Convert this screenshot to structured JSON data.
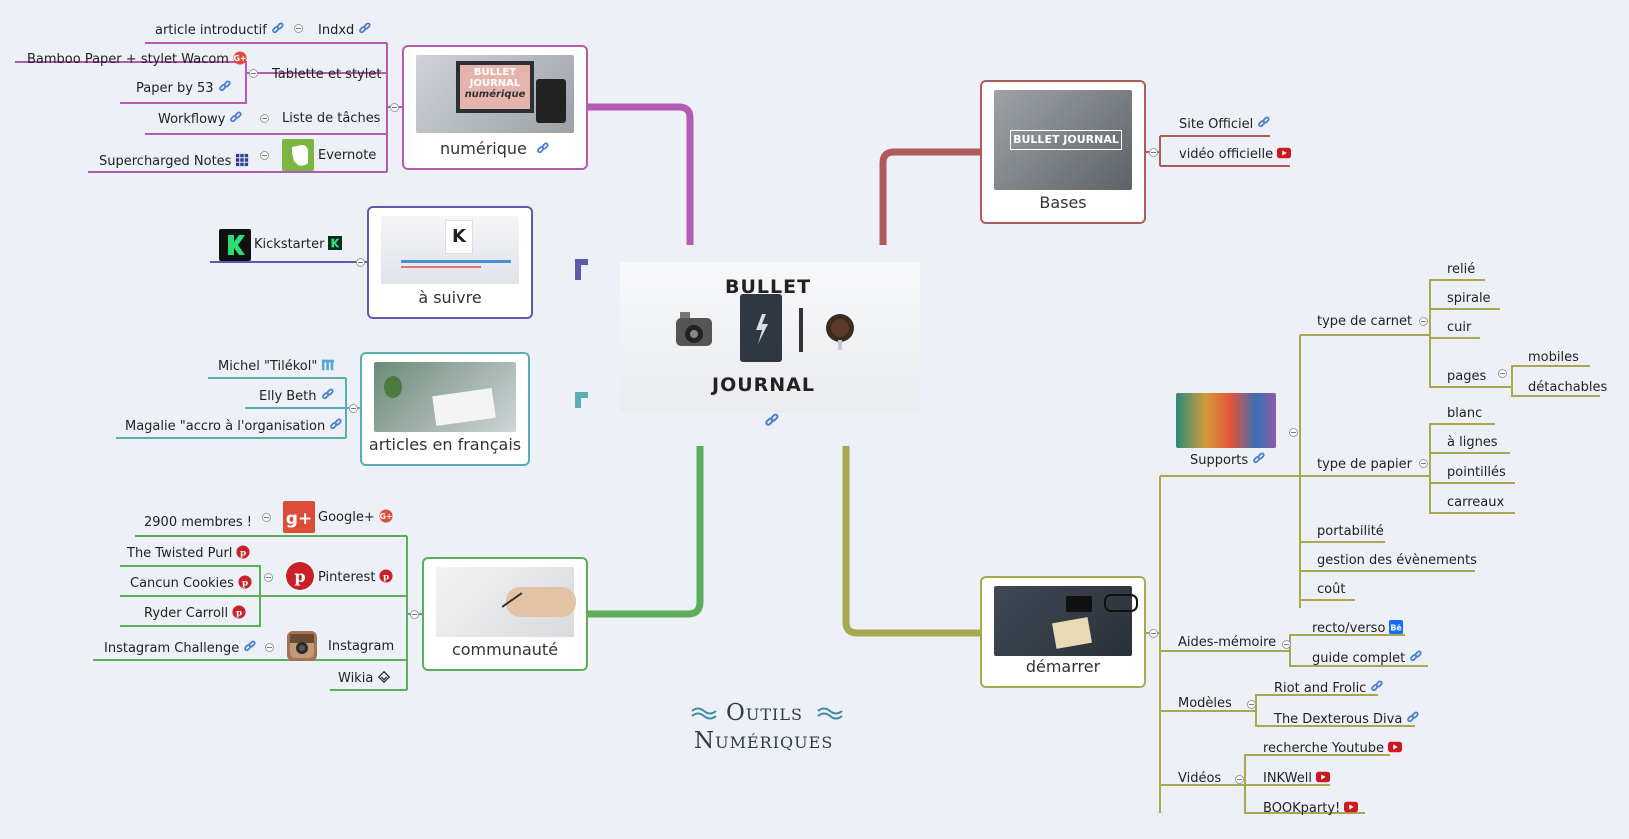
{
  "center": {
    "title_top": "BULLET",
    "title_bottom": "JOURNAL"
  },
  "branches": {
    "numerique": {
      "title": "numérique",
      "image_text": [
        "BULLET",
        "JOURNAL",
        "numérique"
      ],
      "groups": {
        "indxd": {
          "label": "Indxd",
          "child": "article introductif"
        },
        "tablette": {
          "label": "Tablette et stylet",
          "children": [
            "Bamboo Paper + stylet Wacom",
            "Paper by 53"
          ]
        },
        "taches": {
          "label": "Liste de tâches",
          "child": "Workflowy"
        },
        "evernote": {
          "label": "Evernote",
          "child": "Supercharged Notes"
        }
      }
    },
    "a_suivre": {
      "title": "à suivre",
      "child": "Kickstarter"
    },
    "articles": {
      "title": "articles en français",
      "children": [
        "Michel \"Tilékol\"",
        "Elly Beth",
        "Magalie \"accro à l'organisation"
      ]
    },
    "communaute": {
      "title": "communauté",
      "google": {
        "label": "Google+",
        "child": "2900 membres !"
      },
      "pinterest": {
        "label": "Pinterest",
        "children": [
          "The Twisted Purl",
          "Cancun Cookies",
          "Ryder Carroll"
        ]
      },
      "instagram": {
        "label": "Instagram",
        "child": "Instagram Challenge"
      },
      "wikia": "Wikia"
    },
    "bases": {
      "title": "Bases",
      "image_text": "BULLET JOURNAL",
      "children": [
        "Site Officiel",
        "vidéo officielle"
      ]
    },
    "demarrer": {
      "title": "démarrer",
      "supports": {
        "label": "Supports",
        "carnet": {
          "label": "type de carnet",
          "items": [
            "relié",
            "spirale",
            "cuir"
          ],
          "pages": {
            "label": "pages",
            "items": [
              "mobiles",
              "détachables"
            ]
          }
        },
        "papier": {
          "label": "type de papier",
          "items": [
            "blanc",
            "à lignes",
            "pointillés",
            "carreaux"
          ]
        },
        "others": [
          "portabilité",
          "gestion des évènements",
          "coût"
        ]
      },
      "aides": {
        "label": "Aides-mémoire",
        "items": [
          "recto/verso",
          "guide complet"
        ]
      },
      "modeles": {
        "label": "Modèles",
        "items": [
          "Riot and Frolic",
          "The Dexterous Diva"
        ]
      },
      "videos": {
        "label": "Vidéos",
        "items": [
          "recherche Youtube",
          "INKWell",
          "BOOKparty!"
        ]
      }
    }
  },
  "brand": {
    "line1": "Outils",
    "line2": "Numériques"
  },
  "colors": {
    "numerique": "#b45ab0",
    "a_suivre": "#5e5aae",
    "articles": "#5aaeb0",
    "communaute": "#5cae5a",
    "bases": "#b05a5a",
    "demarrer": "#a6a94e"
  },
  "icons": {
    "link": "link-icon",
    "google": "google-plus-icon",
    "youtube": "youtube-icon",
    "pinterest": "pinterest-icon",
    "behance": "behance-icon",
    "kickstarter": "kickstarter-icon",
    "grid": "grid-icon",
    "wikia": "wikia-icon",
    "flag": "flag-icon"
  }
}
